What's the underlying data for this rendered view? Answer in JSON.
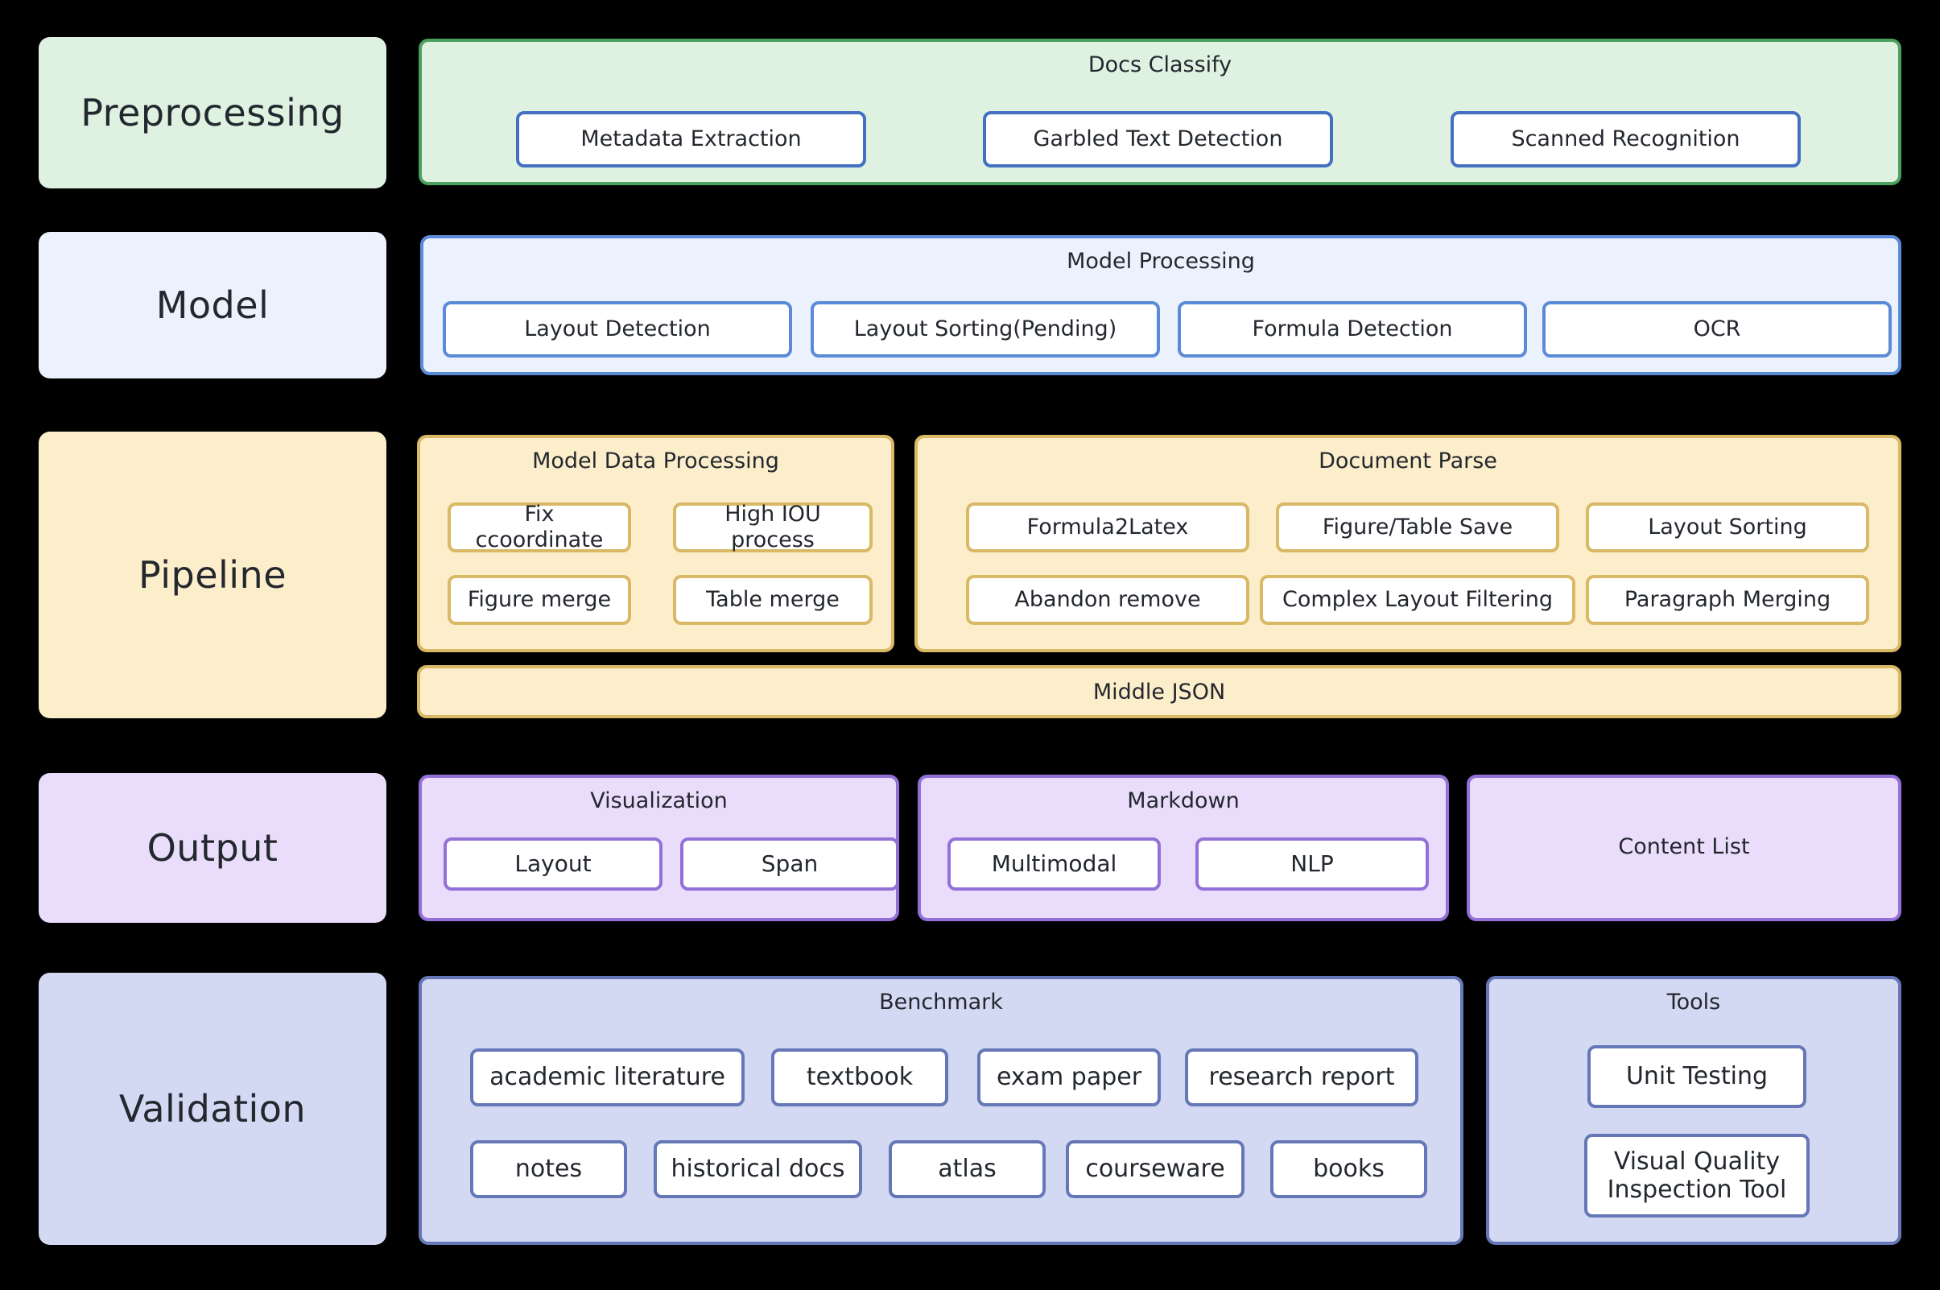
{
  "colors": {
    "background": "#000000",
    "text": "#23272e",
    "preprocessing_fill": "#dff2e1",
    "preprocessing_stroke": "#4aa05f",
    "preprocessing_chip_stroke": "#4470c4",
    "model_fill": "#ecf2fd",
    "model_stroke": "#5b8ad6",
    "model_chip_stroke": "#5b8ad6",
    "pipeline_fill": "#fceeca",
    "pipeline_stroke": "#d9b866",
    "pipeline_chip_stroke": "#d9b866",
    "output_fill": "#e9ddfb",
    "output_stroke": "#9370d8",
    "output_chip_stroke": "#9370d8",
    "validation_fill": "#d3d9f2",
    "validation_stroke": "#6677b8",
    "validation_chip_stroke": "#6677b8",
    "chip_fill": "#ffffff"
  },
  "stages": [
    {
      "id": "preprocessing",
      "label": "Preprocessing"
    },
    {
      "id": "model",
      "label": "Model"
    },
    {
      "id": "pipeline",
      "label": "Pipeline"
    },
    {
      "id": "output",
      "label": "Output"
    },
    {
      "id": "validation",
      "label": "Validation"
    }
  ],
  "preprocessing": {
    "group_title": "Docs Classify",
    "chips": [
      {
        "label": "Metadata Extraction"
      },
      {
        "label": "Garbled Text Detection"
      },
      {
        "label": "Scanned Recognition"
      }
    ]
  },
  "model": {
    "group_title": "Model Processing",
    "chips": [
      {
        "label": "Layout Detection"
      },
      {
        "label": "Layout Sorting(Pending)"
      },
      {
        "label": "Formula Detection"
      },
      {
        "label": "OCR"
      }
    ]
  },
  "pipeline": {
    "model_data_processing": {
      "group_title": "Model Data Processing",
      "chips": [
        {
          "label": "Fix ccoordinate"
        },
        {
          "label": "High IOU process"
        },
        {
          "label": "Figure merge"
        },
        {
          "label": "Table merge"
        }
      ]
    },
    "document_parse": {
      "group_title": "Document Parse",
      "chips": [
        {
          "label": "Formula2Latex"
        },
        {
          "label": "Figure/Table Save"
        },
        {
          "label": "Layout Sorting"
        },
        {
          "label": "Abandon remove"
        },
        {
          "label": "Complex Layout Filtering"
        },
        {
          "label": "Paragraph Merging"
        }
      ]
    },
    "middle_json": {
      "label": "Middle JSON"
    }
  },
  "output": {
    "visualization": {
      "group_title": "Visualization",
      "chips": [
        {
          "label": "Layout"
        },
        {
          "label": "Span"
        }
      ]
    },
    "markdown": {
      "group_title": "Markdown",
      "chips": [
        {
          "label": "Multimodal"
        },
        {
          "label": "NLP"
        }
      ]
    },
    "content_list": {
      "label": "Content List"
    }
  },
  "validation": {
    "benchmark": {
      "group_title": "Benchmark",
      "chips": [
        {
          "label": "academic literature"
        },
        {
          "label": "textbook"
        },
        {
          "label": "exam paper"
        },
        {
          "label": "research report"
        },
        {
          "label": "notes"
        },
        {
          "label": "historical docs"
        },
        {
          "label": "atlas"
        },
        {
          "label": "courseware"
        },
        {
          "label": "books"
        }
      ]
    },
    "tools": {
      "group_title": "Tools",
      "chips": [
        {
          "label": "Unit Testing"
        },
        {
          "label": "Visual Quality Inspection Tool"
        }
      ]
    }
  }
}
